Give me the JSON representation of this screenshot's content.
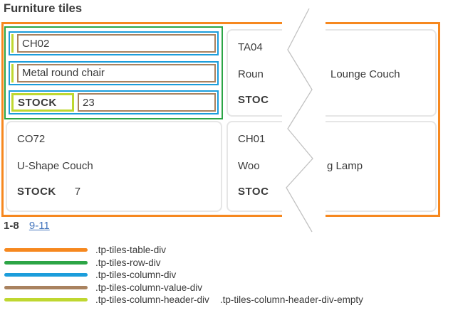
{
  "page": {
    "title": "Furniture tiles"
  },
  "tiles": {
    "annotated": {
      "sku": "CH02",
      "name": "Metal round chair",
      "stock_label": "STOCK",
      "stock_value": "23"
    },
    "tile2": {
      "sku_fragment": "TA04",
      "name_fragment_left": "Roun",
      "name_fragment_right": "Lounge Couch",
      "stock_fragment": "STOC"
    },
    "tile3": {
      "sku": "CO72",
      "name": "U-Shape Couch",
      "stock_label": "STOCK",
      "stock_value": "7"
    },
    "tile4": {
      "sku_fragment": "CH01",
      "name_fragment_left": "Woo",
      "name_fragment_right": "g Lamp",
      "stock_fragment": "STOC"
    }
  },
  "pagination": {
    "current_range": "1-8",
    "next_range_link": "9-11"
  },
  "legend": {
    "items": [
      {
        "label": ".tp-tiles-table-div",
        "color": "#F6881F"
      },
      {
        "label": ".tp-tiles-row-div",
        "color": "#2CA546"
      },
      {
        "label": ".tp-tiles-column-div",
        "color": "#1B9DDB"
      },
      {
        "label": ".tp-tiles-column-value-div",
        "color": "#A9825F"
      },
      {
        "label": ".tp-tiles-column-header-div",
        "color": "#BFD730",
        "label_empty": ".tp-tiles-column-header-div-empty"
      }
    ]
  },
  "colors": {
    "annotation_table": "#F6881F",
    "annotation_row": "#2CA546",
    "annotation_column": "#1B9DDB",
    "annotation_value": "#A9825F",
    "annotation_header": "#BFD730",
    "link": "#4677BE",
    "text": "#3A3A3A"
  }
}
